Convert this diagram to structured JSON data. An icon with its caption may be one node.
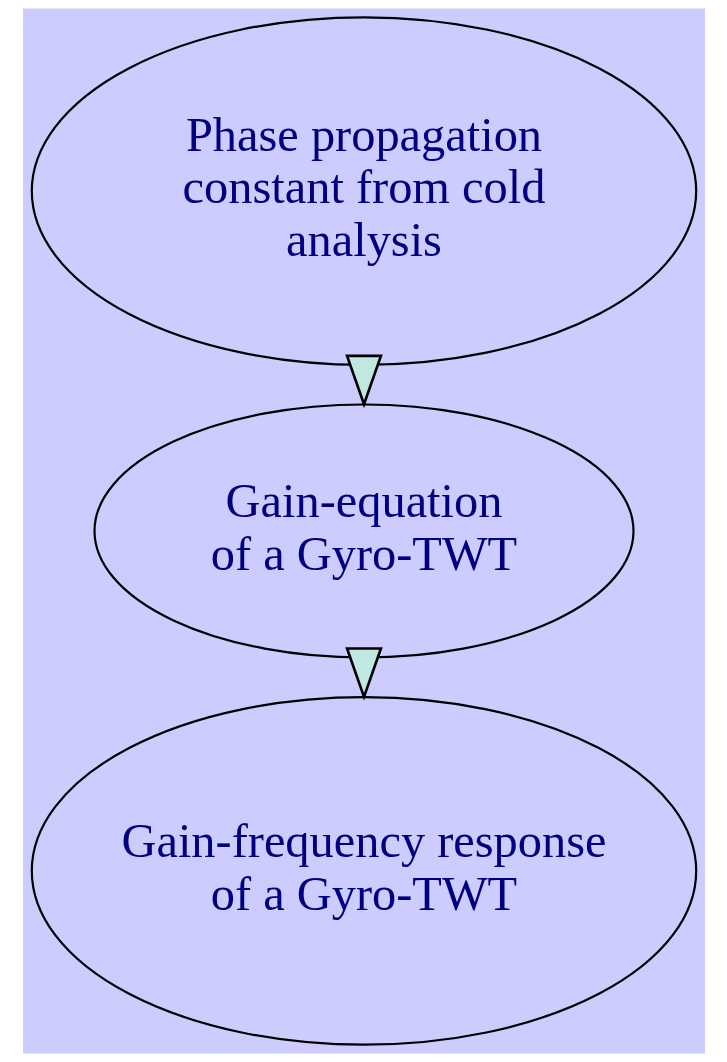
{
  "diagram": {
    "nodes": [
      {
        "text": [
          "Phase propagation constant from cold analysis"
        ]
      },
      {
        "text": [
          "Gain-equation of a Gyro-TWT"
        ]
      },
      {
        "text": [
          "Gain-frequency response of a Gyro-TWT"
        ]
      }
    ],
    "edges": [
      {
        "from": 0,
        "to": 1,
        "arrow": "to"
      },
      {
        "from": 1,
        "to": 2,
        "arrow": "to"
      }
    ]
  }
}
